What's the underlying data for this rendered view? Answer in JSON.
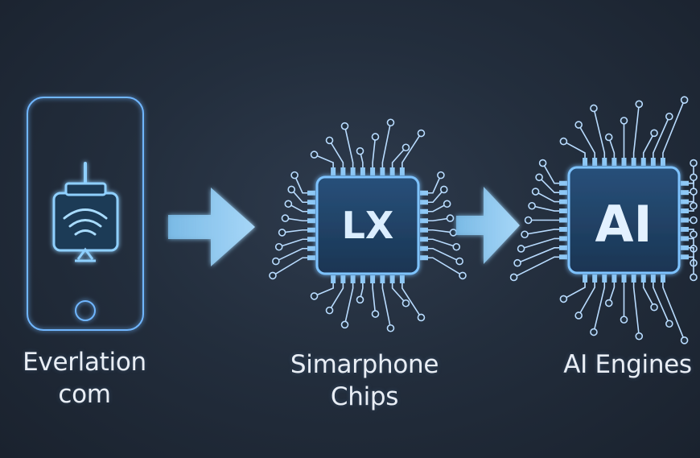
{
  "phone": {
    "label_line1": "Everlation",
    "label_line2": "com"
  },
  "chip1": {
    "text": "LX",
    "label_line1": "Simarphone",
    "label_line2": "Chips"
  },
  "chip2": {
    "text": "AI",
    "label_line1": "AI Engines"
  },
  "colors": {
    "glow": "#5ab0ff",
    "trace": "#b9dcff",
    "arrow": "#8cc8f2",
    "chip_fill": "#1f3b5c",
    "text": "#e9eef5"
  }
}
